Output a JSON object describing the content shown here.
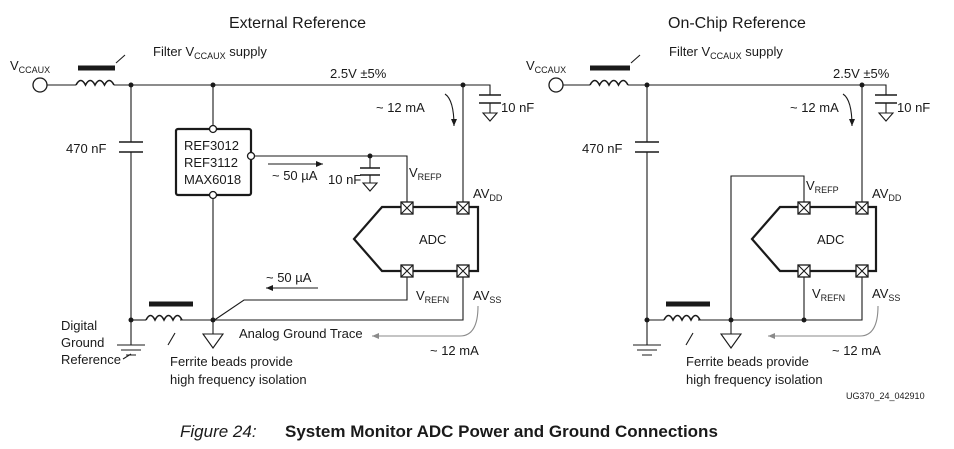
{
  "figure": {
    "number_label": "Figure 24:",
    "title": "System Monitor ADC Power and Ground Connections",
    "doc_id": "UG370_24_042910"
  },
  "external": {
    "title": "External Reference",
    "vcc_main": "V",
    "vcc_sub": "CCAUX",
    "filter_main": "Filter V",
    "filter_sub": "CCAUX",
    "filter_suffix": " supply",
    "supply_voltage": "2.5V ±5%",
    "current_avdd": "~ 12 mA",
    "cap_avdd": "10 nF",
    "cap_bulk": "470 nF",
    "ref_ics": [
      "REF3012",
      "REF3112",
      "MAX6018"
    ],
    "current_ref_out": "~ 50 µA",
    "cap_ref": "10 nF",
    "vrefp_main": "V",
    "vrefp_sub": "REFP",
    "avdd_main": "AV",
    "avdd_sub": "DD",
    "adc_label": "ADC",
    "current_ref_return": "~ 50 µA",
    "vrefn_main": "V",
    "vrefn_sub": "REFN",
    "avss_main": "AV",
    "avss_sub": "SS",
    "digital_ground": [
      "Digital",
      "Ground",
      "Reference"
    ],
    "analog_ground_trace": "Analog Ground Trace",
    "current_return": "~ 12 mA",
    "ferrite_note": [
      "Ferrite beads provide",
      "high frequency isolation"
    ]
  },
  "onchip": {
    "title": "On-Chip Reference",
    "vcc_main": "V",
    "vcc_sub": "CCAUX",
    "filter_main": "Filter V",
    "filter_sub": "CCAUX",
    "filter_suffix": " supply",
    "supply_voltage": "2.5V ±5%",
    "current_avdd": "~ 12 mA",
    "cap_avdd": "10 nF",
    "cap_bulk": "470 nF",
    "vrefp_main": "V",
    "vrefp_sub": "REFP",
    "avdd_main": "AV",
    "avdd_sub": "DD",
    "adc_label": "ADC",
    "vrefn_main": "V",
    "vrefn_sub": "REFN",
    "avss_main": "AV",
    "avss_sub": "SS",
    "current_return": "~ 12 mA",
    "ferrite_note": [
      "Ferrite beads provide",
      "high frequency isolation"
    ]
  }
}
